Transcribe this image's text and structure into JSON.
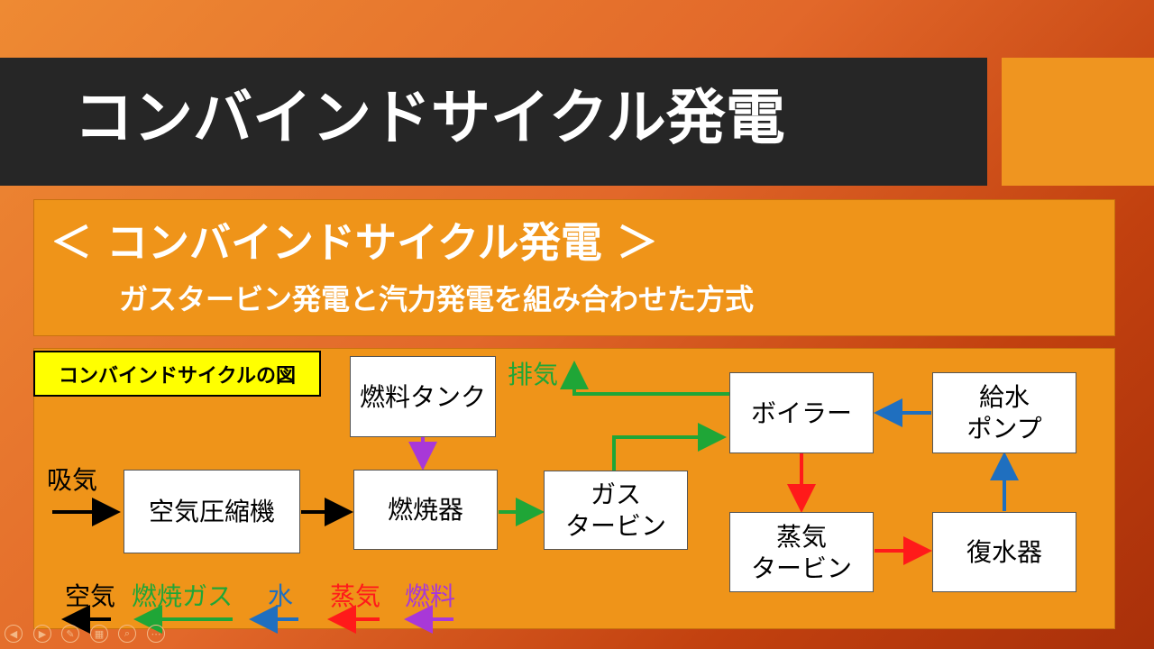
{
  "slide": {
    "title": "コンバインドサイクル発電",
    "heading": "＜ コンバインドサイクル発電 ＞",
    "subtitle": "ガスタービン発電と汽力発電を組み合わせた方式",
    "badge": "コンバインドサイクルの図"
  },
  "diagram": {
    "boxes": {
      "fuel_tank": "燃料タンク",
      "compressor": "空気圧縮機",
      "combustor": "燃焼器",
      "gas_turbine_line1": "ガス",
      "gas_turbine_line2": "タービン",
      "boiler": "ボイラー",
      "feed_pump_line1": "給水",
      "feed_pump_line2": "ポンプ",
      "steam_turbine_line1": "蒸気",
      "steam_turbine_line2": "タービン",
      "condenser": "復水器"
    },
    "labels": {
      "intake": "吸気",
      "exhaust": "排気"
    }
  },
  "legend": {
    "items": [
      {
        "label": "空気",
        "color": "#000000"
      },
      {
        "label": "燃焼ガス",
        "color": "#1fa637"
      },
      {
        "label": "水",
        "color": "#1f6fbf"
      },
      {
        "label": "蒸気",
        "color": "#ff1a1a"
      },
      {
        "label": "燃料",
        "color": "#a838d8"
      }
    ]
  },
  "colors": {
    "air": "#000000",
    "combustion_gas": "#1fa637",
    "water": "#1f6fbf",
    "steam": "#ff1a1a",
    "fuel": "#a838d8"
  }
}
